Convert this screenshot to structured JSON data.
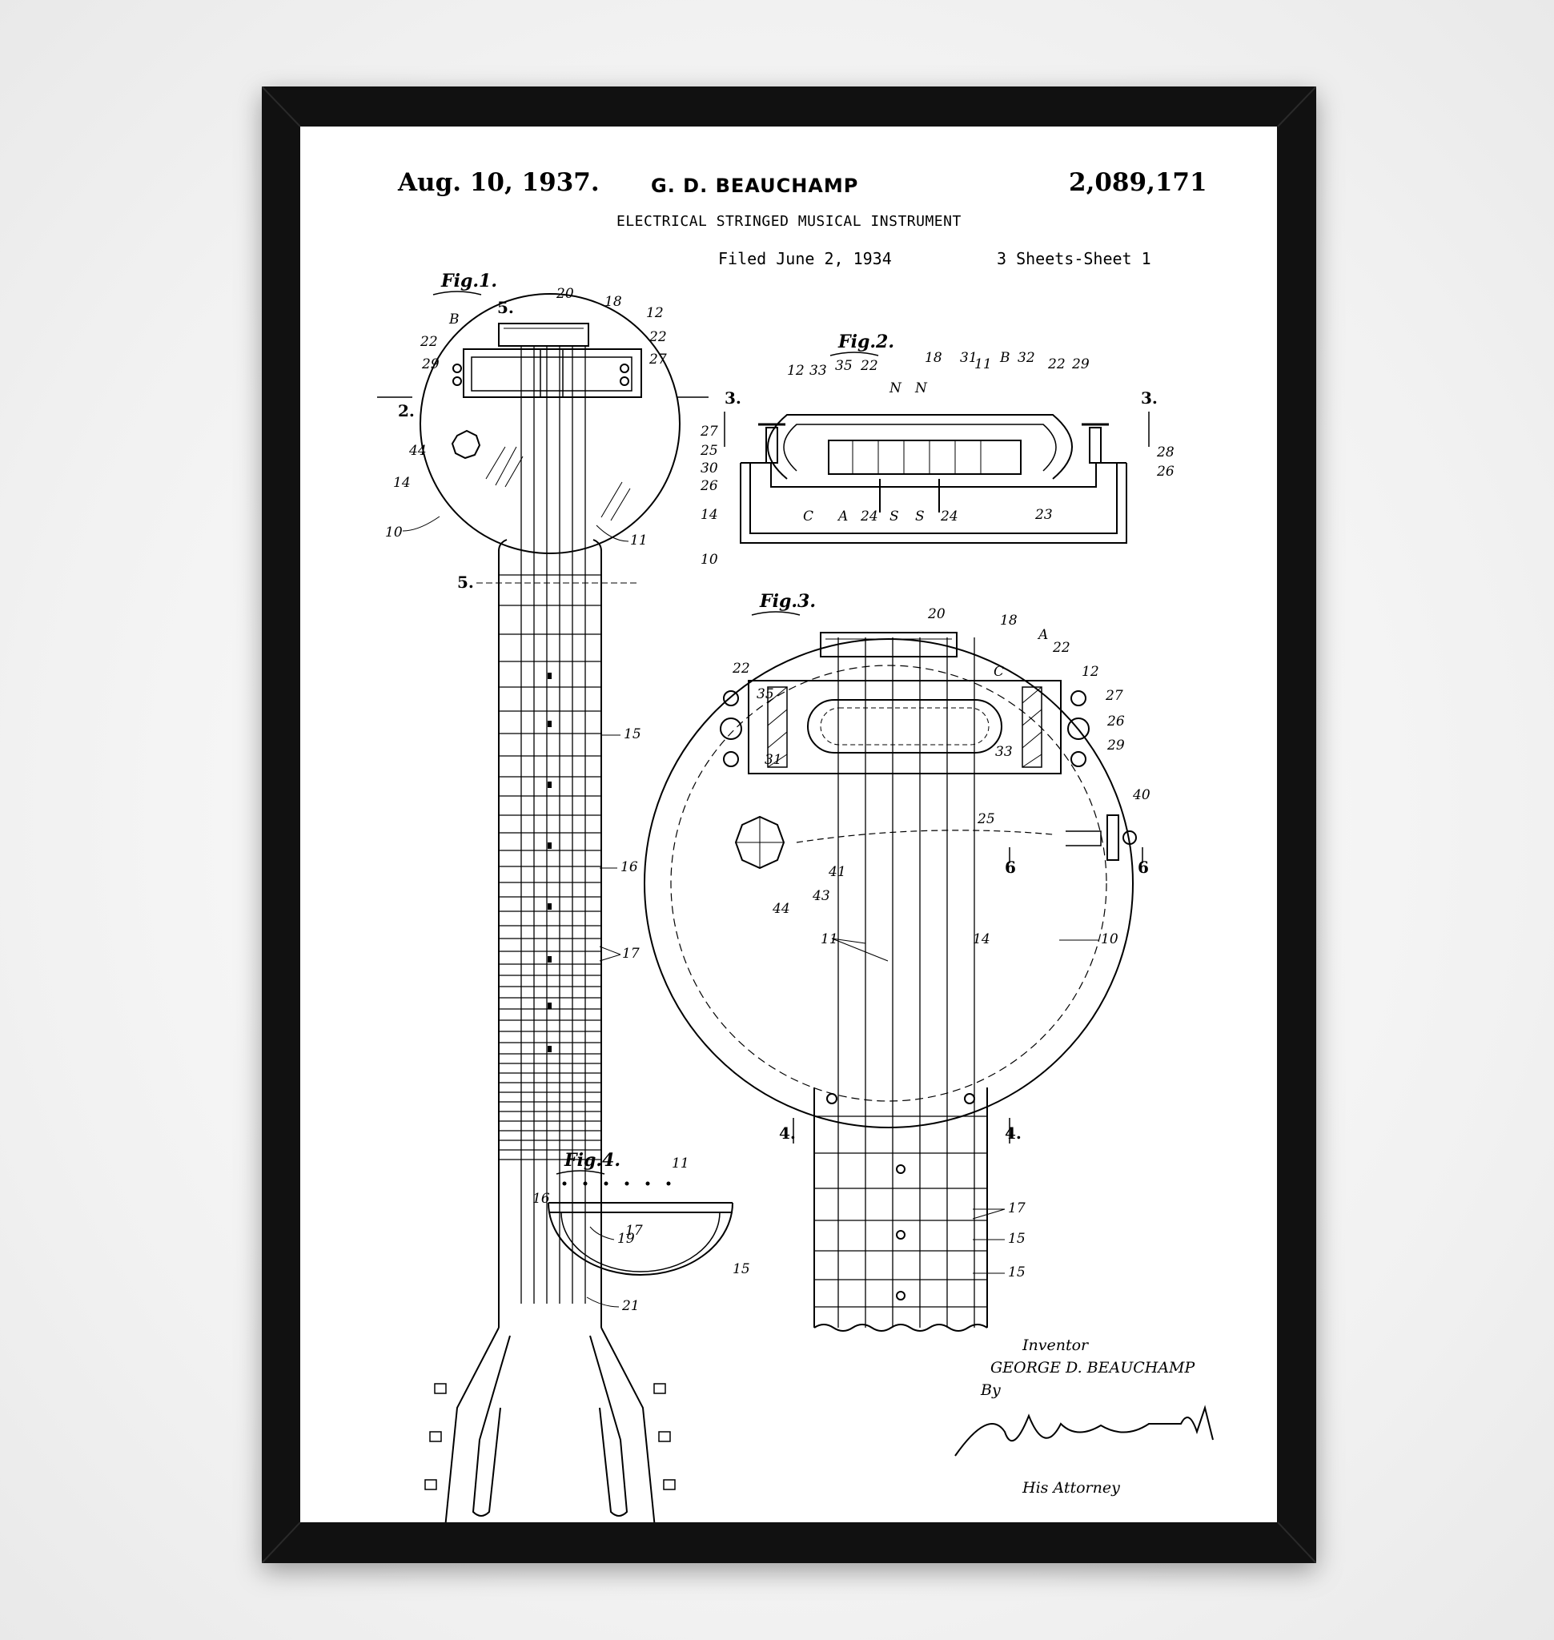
{
  "header": {
    "date": "Aug. 10, 1937.",
    "inventor": "G. D. BEAUCHAMP",
    "patent_number": "2,089,171",
    "title": "ELECTRICAL STRINGED MUSICAL INSTRUMENT",
    "filed": "Filed June 2, 1934",
    "sheets": "3 Sheets-Sheet 1"
  },
  "figures": {
    "fig1": "Fig.1.",
    "fig2": "Fig.2.",
    "fig3": "Fig.3.",
    "fig4": "Fig.4."
  },
  "signature": {
    "inventor_label": "Inventor",
    "inventor_name": "GEORGE D. BEAUCHAMP",
    "by": "By",
    "attorney_label": "His Attorney"
  },
  "colors": {
    "frame": "#111111",
    "paper": "#ffffff",
    "ink": "#000000"
  }
}
